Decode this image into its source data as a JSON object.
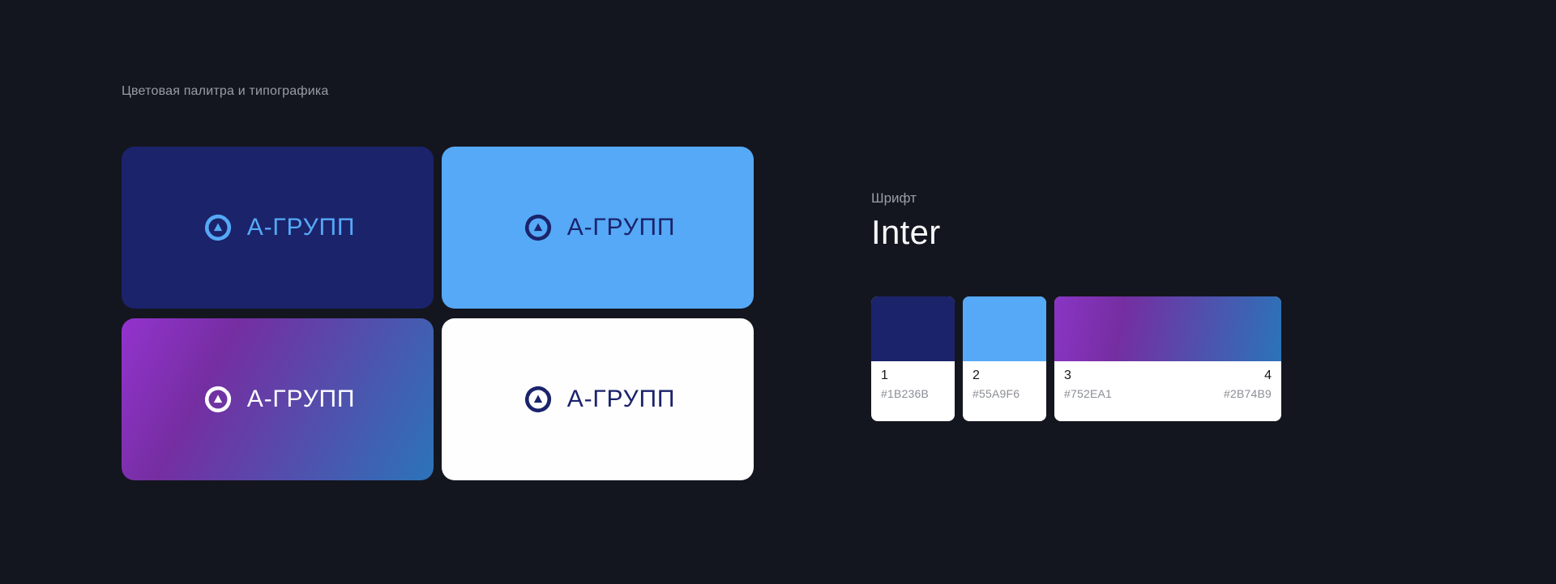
{
  "page": {
    "section_title": "Цветовая палитра и типографика"
  },
  "brand": {
    "name": "А-ГРУПП",
    "logo_icon": "abstract-triangle-knot-icon"
  },
  "cards": [
    {
      "id": "navy",
      "background": "#1B236B",
      "foreground": "#55A9F6"
    },
    {
      "id": "blue",
      "background": "#55A9F6",
      "foreground": "#1B236B"
    },
    {
      "id": "gradient",
      "background": "#752EA1 → #2B74B9",
      "foreground": "#FFFFFF"
    },
    {
      "id": "white",
      "background": "#FFFFFF",
      "foreground": "#1B236B"
    }
  ],
  "typography": {
    "label": "Шрифт",
    "font_name": "Inter"
  },
  "palette": {
    "swatches": [
      {
        "number": "1",
        "hex": "#1B236B"
      },
      {
        "number": "2",
        "hex": "#55A9F6"
      },
      {
        "number": "3",
        "hex": "#752EA1"
      },
      {
        "number": "4",
        "hex": "#2B74B9"
      }
    ]
  },
  "colors": {
    "page_background": "#14161F",
    "navy": "#1B236B",
    "light_blue": "#55A9F6",
    "purple": "#752EA1",
    "steel_blue": "#2B74B9",
    "white": "#FFFFFF"
  }
}
